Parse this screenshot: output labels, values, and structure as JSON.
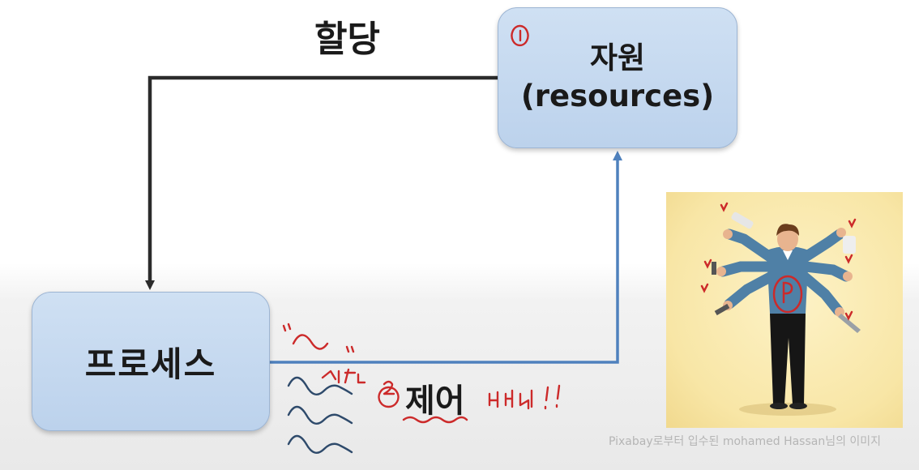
{
  "diagram": {
    "edges": {
      "allocation_label": "할당",
      "control_label": "제어"
    },
    "nodes": {
      "resource_title": "자원",
      "resource_subtitle": "(resources)",
      "process_title": "프로세스"
    }
  },
  "artwork": {
    "description_icon": "multitasking-person-icon",
    "credit": "Pixabay로부터 입수된 mohamed Hassan님의 이미지"
  },
  "colors": {
    "allocation_arrow": "#2b2b2b",
    "control_arrow": "#4f81bd",
    "annotation_ink": "#cc2a2a",
    "annotation_ink_dark": "#2e4a6b",
    "node_fill": "#c6dbf1"
  }
}
